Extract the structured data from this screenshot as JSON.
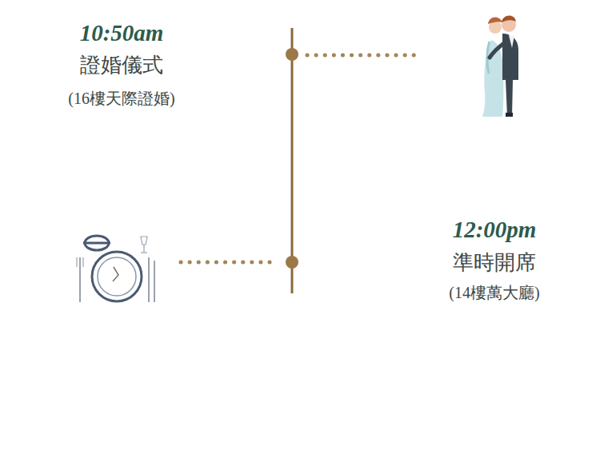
{
  "diagram": {
    "labels": [
      "10:50am",
      "證婚儀式",
      "(16樓天際證婚)",
      "12:00pm",
      "準時開席",
      "(14樓萬大廳)"
    ]
  }
}
